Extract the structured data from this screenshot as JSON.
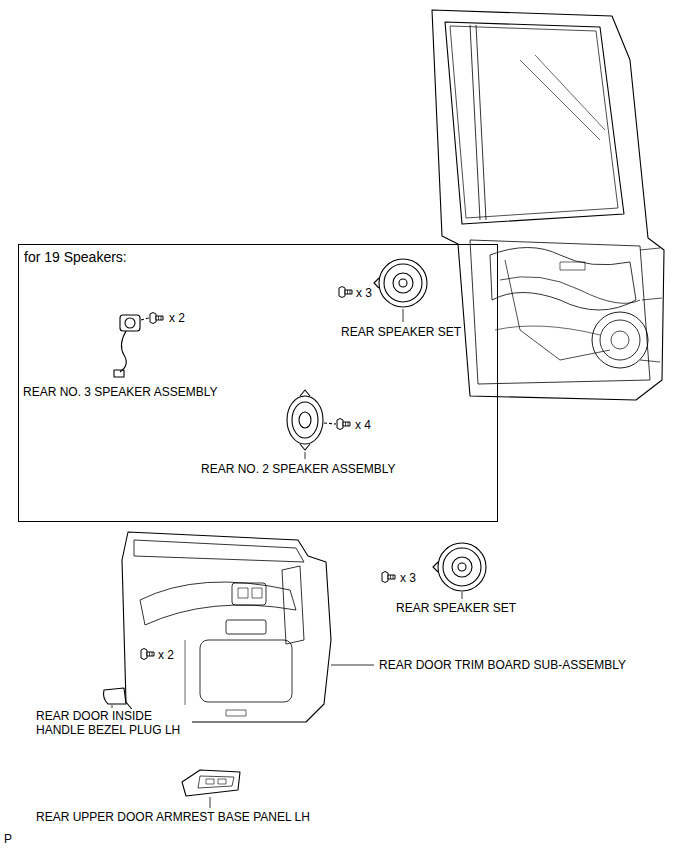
{
  "diagram": {
    "nodes": [
      {
        "text": [
          "for 19 Speakers:"
        ]
      }
    ],
    "labels": [
      "x 2",
      "REAR NO. 3 SPEAKER ASSEMBLY",
      "x 3",
      "REAR SPEAKER SET",
      "REAR NO. 2 SPEAKER ASSEMBLY",
      "x 4",
      "x 3",
      "REAR SPEAKER SET",
      "x 2",
      "REAR DOOR TRIM BOARD SUB-ASSEMBLY",
      "REAR DOOR INSIDE HANDLE BEZEL PLUG LH",
      "REAR UPPER DOOR ARMREST BASE PANEL LH",
      "P"
    ]
  }
}
